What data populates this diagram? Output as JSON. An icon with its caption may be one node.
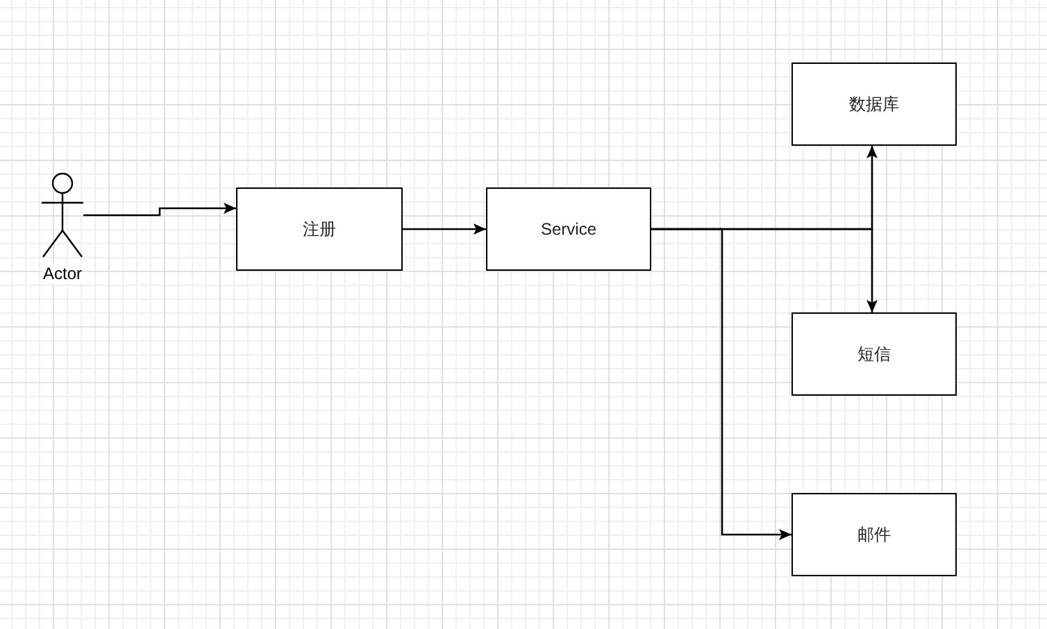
{
  "diagram": {
    "nodes": [
      {
        "text": [
          "Actor"
        ]
      },
      {
        "text": [
          "注册"
        ]
      },
      {
        "text": [
          "Service"
        ]
      },
      {
        "text": [
          "数据库"
        ]
      },
      {
        "text": [
          "短信"
        ]
      },
      {
        "text": [
          "邮件"
        ]
      }
    ],
    "edges": [
      {
        "from": 0,
        "to": 1,
        "arrow": "to"
      },
      {
        "from": 1,
        "to": 2,
        "arrow": "to"
      },
      {
        "from": 2,
        "to": 3,
        "arrow": "to"
      },
      {
        "from": 2,
        "to": 4,
        "arrow": "to"
      },
      {
        "from": 2,
        "to": 5,
        "arrow": "to"
      }
    ]
  }
}
